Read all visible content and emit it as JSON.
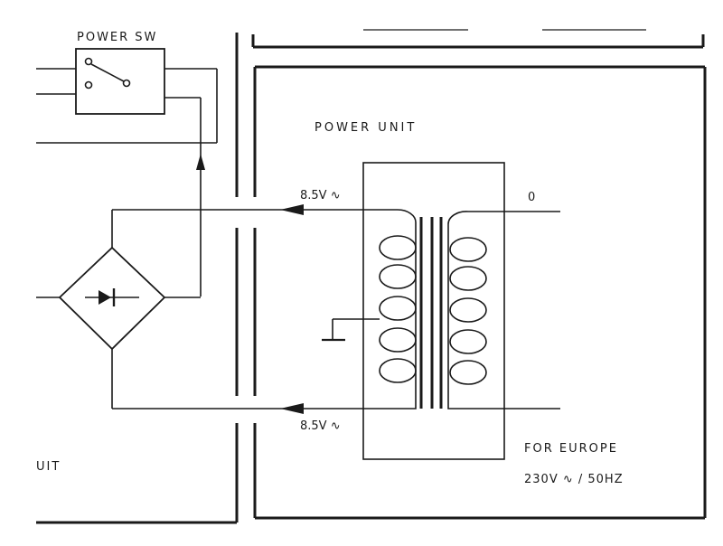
{
  "labels": {
    "power_switch": "POWER SW",
    "power_unit": "POWER UNIT",
    "voltage_top": "8.5V ∿",
    "voltage_bottom": "8.5V ∿",
    "primary_zero": "0",
    "region": "FOR EUROPE",
    "mains_rating": "230V ∿ / 50HZ",
    "left_block_fragment": "UIT"
  },
  "colors": {
    "ink": "#1a1a1a",
    "background": "#ffffff"
  },
  "icons": {
    "switch": "spst-switch-icon",
    "rectifier": "bridge-rectifier-icon",
    "diode": "diode-icon",
    "ground": "ground-icon",
    "transformer": "transformer-icon"
  }
}
